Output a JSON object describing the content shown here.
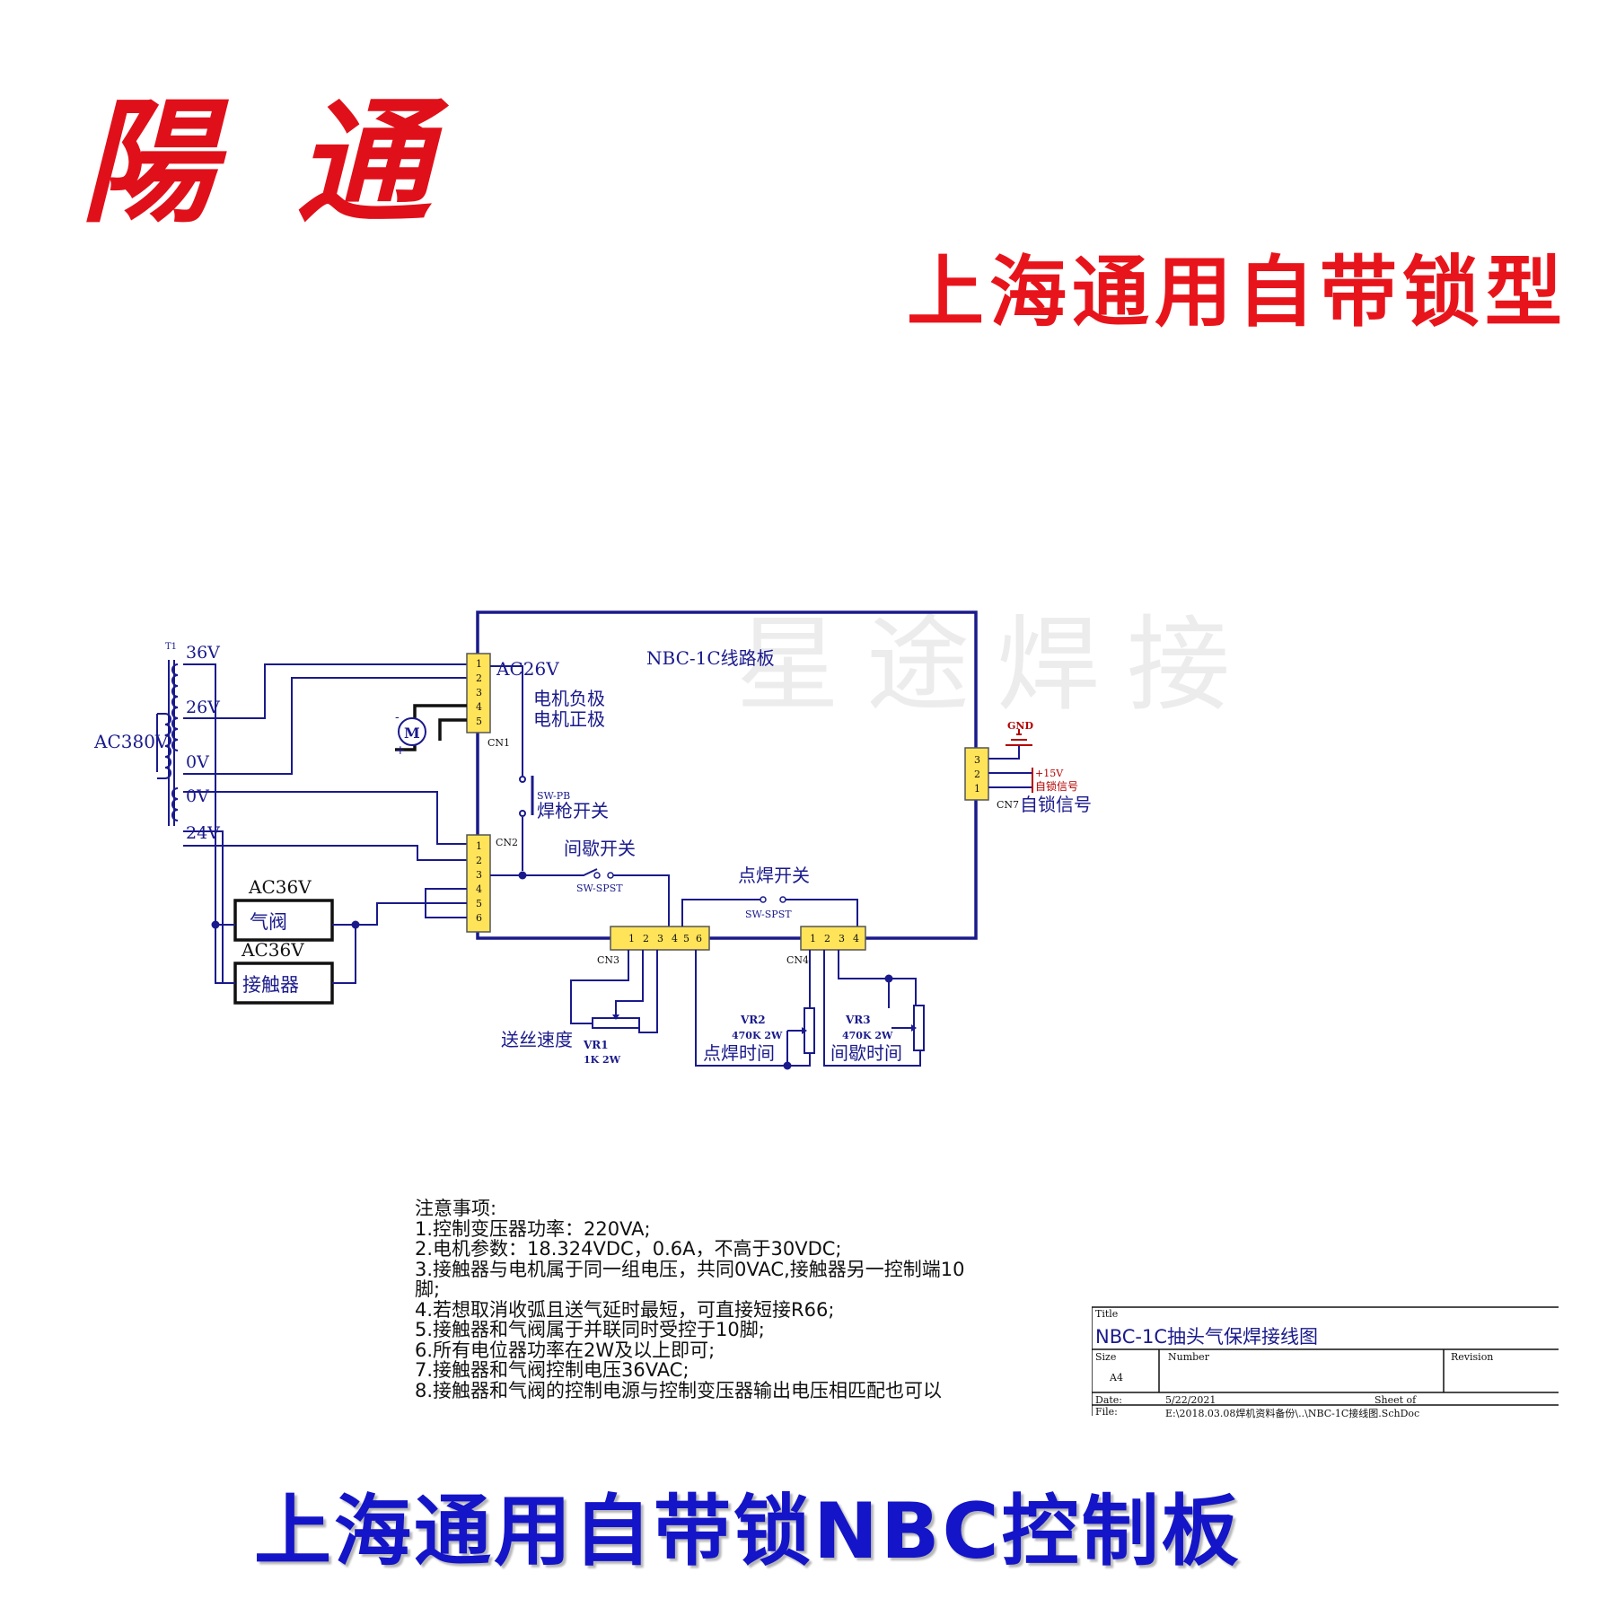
{
  "header": {
    "logo_text": "陽通",
    "subtitle": "上海通用自带锁型"
  },
  "schematic": {
    "board_title": "NBC-1C线路板",
    "watermark": "星途焊接",
    "transformer": {
      "ref": "T1",
      "primary": "AC380V",
      "taps": [
        "36V",
        "26V",
        "0V",
        "0V",
        "24V"
      ]
    },
    "cn1": {
      "ref": "CN1",
      "pins": [
        "1",
        "2",
        "3",
        "4",
        "5"
      ],
      "label": "AC26V"
    },
    "motor": {
      "symbol": "M",
      "minus": "-",
      "plus": "+",
      "neg_label": "电机负极",
      "pos_label": "电机正极"
    },
    "torch_switch": {
      "part": "SW-PB",
      "label": "焊枪开关"
    },
    "cn2": {
      "ref": "CN2",
      "pins": [
        "1",
        "2",
        "3",
        "4",
        "5",
        "6"
      ]
    },
    "intermittent_switch": {
      "label": "间歇开关",
      "part": "SW-SPST"
    },
    "spot_switch": {
      "label": "点焊开关",
      "part": "SW-SPST"
    },
    "cn3": {
      "ref": "CN3",
      "pins": [
        "1",
        "2",
        "3",
        "4",
        "5",
        "6"
      ]
    },
    "cn4": {
      "ref": "CN4",
      "pins": [
        "1",
        "2",
        "3",
        "4"
      ]
    },
    "cn7": {
      "ref": "CN7",
      "pins": [
        "3",
        "2",
        "1"
      ],
      "label": "自锁信号",
      "gnd": "GND",
      "v15": "+15V",
      "sig": "自锁信号"
    },
    "valve": {
      "voltage": "AC36V",
      "label": "气阀"
    },
    "contactor": {
      "voltage": "AC36V",
      "label": "接触器"
    },
    "vr1": {
      "ref": "VR1",
      "value": "1K 2W",
      "label": "送丝速度"
    },
    "vr2": {
      "ref": "VR2",
      "value": "470K 2W",
      "label": "点焊时间"
    },
    "vr3": {
      "ref": "VR3",
      "value": "470K 2W",
      "label": "间歇时间"
    }
  },
  "notes": {
    "heading": "注意事项:",
    "lines": [
      "1.控制变压器功率：220VA;",
      "2.电机参数：18.324VDC，0.6A，不高于30VDC;",
      "3.接触器与电机属于同一组电压，共同0VAC,接触器另一控制端10",
      "脚;",
      "4.若想取消收弧且送气延时最短，可直接短接R66;",
      "5.接触器和气阀属于并联同时受控于10脚;",
      "6.所有电位器功率在2W及以上即可;",
      "7.接触器和气阀控制电压36VAC;",
      "8.接触器和气阀的控制电源与控制变压器输出电压相匹配也可以"
    ]
  },
  "title_block": {
    "title_label": "Title",
    "title": "NBC-1C抽头气保焊接线图",
    "size_label": "Size",
    "size": "A4",
    "number_label": "Number",
    "revision_label": "Revision",
    "date_label": "Date:",
    "date": "5/22/2021",
    "sheet_label": "Sheet   of",
    "file_label": "File:",
    "file": "E:\\2018.03.08焊机资料备份\\..\\NBC-1C接线图.SchDoc"
  },
  "footer": {
    "title": "上海通用自带锁NBC控制板"
  },
  "colors": {
    "logo_red": "#e0101a",
    "footer_blue": "#1414c8",
    "wire_blue": "#1a1a8c",
    "connector_yellow": "#ffe45a"
  }
}
